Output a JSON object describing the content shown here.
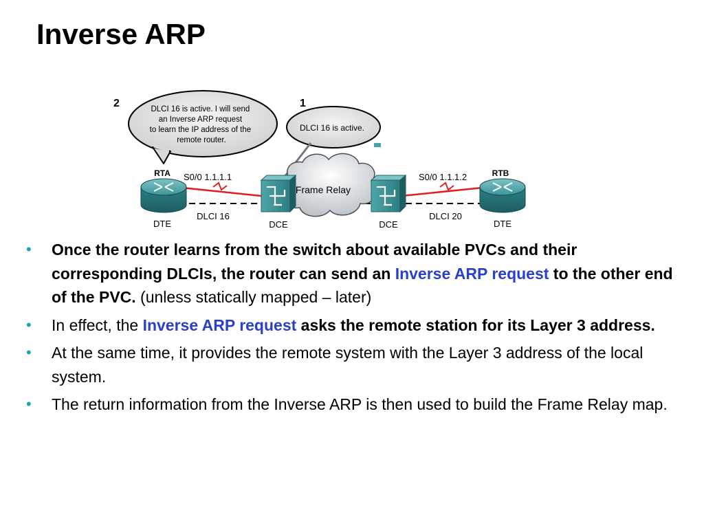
{
  "title": "Inverse ARP",
  "diagram": {
    "step2": "2",
    "step1": "1",
    "bubble_left": [
      "DLCI 16 is active. I will send",
      "an Inverse ARP request",
      "to learn the IP address of the",
      "remote router."
    ],
    "bubble_right": "DLCI 16 is active.",
    "rta": "RTA",
    "rtb": "RTB",
    "rta_port": "S0/0 1.1.1.1",
    "rtb_port": "S0/0 1.1.1.2",
    "cloud": "Frame Relay",
    "dte_left": "DTE",
    "dte_right": "DTE",
    "dce_left": "DCE",
    "dce_right": "DCE",
    "dlci_left": "DLCI 16",
    "dlci_right": "DLCI 20"
  },
  "bullets": [
    {
      "b1": "Once the router learns from the switch about available PVCs and their corresponding DLCIs, the router can send an ",
      "hl": "Inverse ARP request",
      "b2": " to the other end of the PVC.",
      "n": " (unless statically mapped – later)"
    },
    {
      "n": "In effect, the ",
      "hl": "Inverse ARP request",
      "b": " asks the remote station for its Layer 3 address."
    },
    {
      "n": "At the same time, it provides the remote system with the Layer 3 address of the local system."
    },
    {
      "n": "The return information from the Inverse ARP is then used to build the Frame Relay map."
    }
  ],
  "colors": {
    "bullet": "#1ba3b8",
    "highlight": "#2b40c8",
    "router": "#2f8a8f",
    "serial_link": "#e02020"
  }
}
